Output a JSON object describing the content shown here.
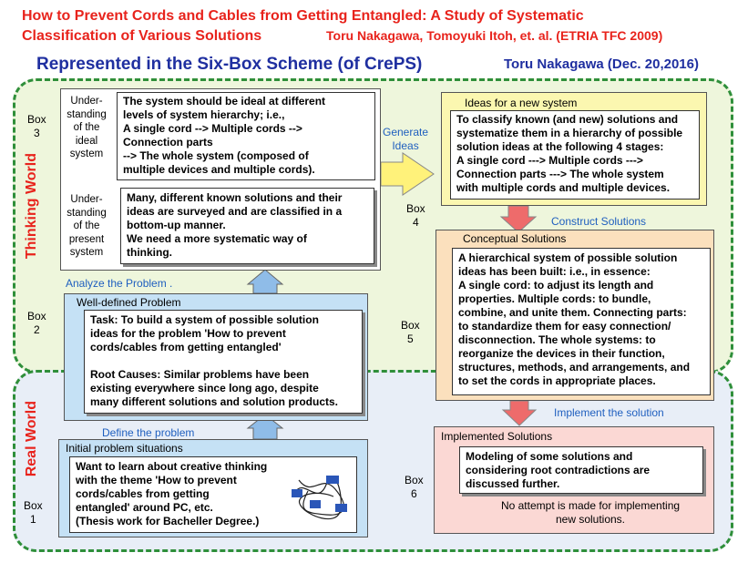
{
  "header": {
    "title_line1": "How to Prevent Cords and Cables from Getting Entangled: A Study of Systematic",
    "title_line2": "Classification of Various Solutions",
    "authors": "Toru Nakagawa, Tomoyuki Itoh, et. al.  (ETRIA TFC 2009)",
    "subtitle": "Represented in the Six-Box Scheme (of CrePS)",
    "date": "Toru Nakagawa (Dec. 20,2016)"
  },
  "worlds": {
    "thinking": "Thinking World",
    "real": "Real World"
  },
  "colors": {
    "thinking_bg": "#eef6dc",
    "real_bg": "#e8eef7",
    "border": "#2f8f3a",
    "title": "#e8231c",
    "link": "#1f5fbf"
  },
  "box3": {
    "label": "Box\n3",
    "side1": "Under-\nstanding\nof the\nideal\nsystem",
    "text1": "The system should be ideal at different\nlevels of  system hierarchy; i.e.,\n   A single cord --> Multiple cords -->\n      Connection parts\n   --> The whole system (composed of\nmultiple devices and multiple cords).",
    "side2": "Under-\nstanding\nof the\npresent\nsystem",
    "text2": "Many, different known solutions and their\nideas are surveyed and are classified in a\nbottom-up manner.\nWe need a more systematic  way of\nthinking."
  },
  "box2": {
    "label": "Box\n2",
    "title": "Well-defined Problem",
    "text": "Task: To build a system of possible solution\nideas for the problem 'How to prevent\ncords/cables from getting entangled'\n\nRoot Causes: Similar problems have been\nexisting everywhere since long ago, despite\nmany different solutions and solution products."
  },
  "box1": {
    "label": "Box\n1",
    "title": "Initial problem situations",
    "text": "Want to learn about creative thinking\nwith the theme 'How to prevent\ncords/cables from getting\nentangled' around PC, etc.\n(Thesis work for Bacheller Degree.)"
  },
  "box4": {
    "label": "Box\n4",
    "title": "Ideas for a new system",
    "text": "To classify known (and new) solutions and\nsystematize them in a hierarchy of possible\nsolution ideas at the following 4 stages:\n  A single cord ---> Multiple cords --->\n    Connection parts ---> The whole system\n    with multiple cords and multiple devices."
  },
  "box5": {
    "label": "Box\n5",
    "title": "Conceptual Solutions",
    "text": "A hierarchical  system of possible solution\nideas has been built:  i.e., in essence:\nA single cord: to adjust its length and\nproperties.  Multiple cords: to bundle,\ncombine, and unite them.  Connecting parts:\nto standardize them for easy connection/\ndisconnection.  The whole systems: to\nreorganize the devices in their function,\nstructures, methods, and arrangements, and\nto set the cords in appropriate places."
  },
  "box6": {
    "label": "Box\n6",
    "title": "Implemented  Solutions",
    "text": "Modeling of some solutions and\nconsidering root contradictions are\ndiscussed  further.",
    "note": "No attempt  is made for  implementing\nnew solutions."
  },
  "arrows": {
    "generate": "Generate\nIdeas",
    "analyze": "Analyze the Problem .",
    "construct": "Construct Solutions",
    "define": "Define the problem",
    "implement": "Implement  the solution"
  }
}
